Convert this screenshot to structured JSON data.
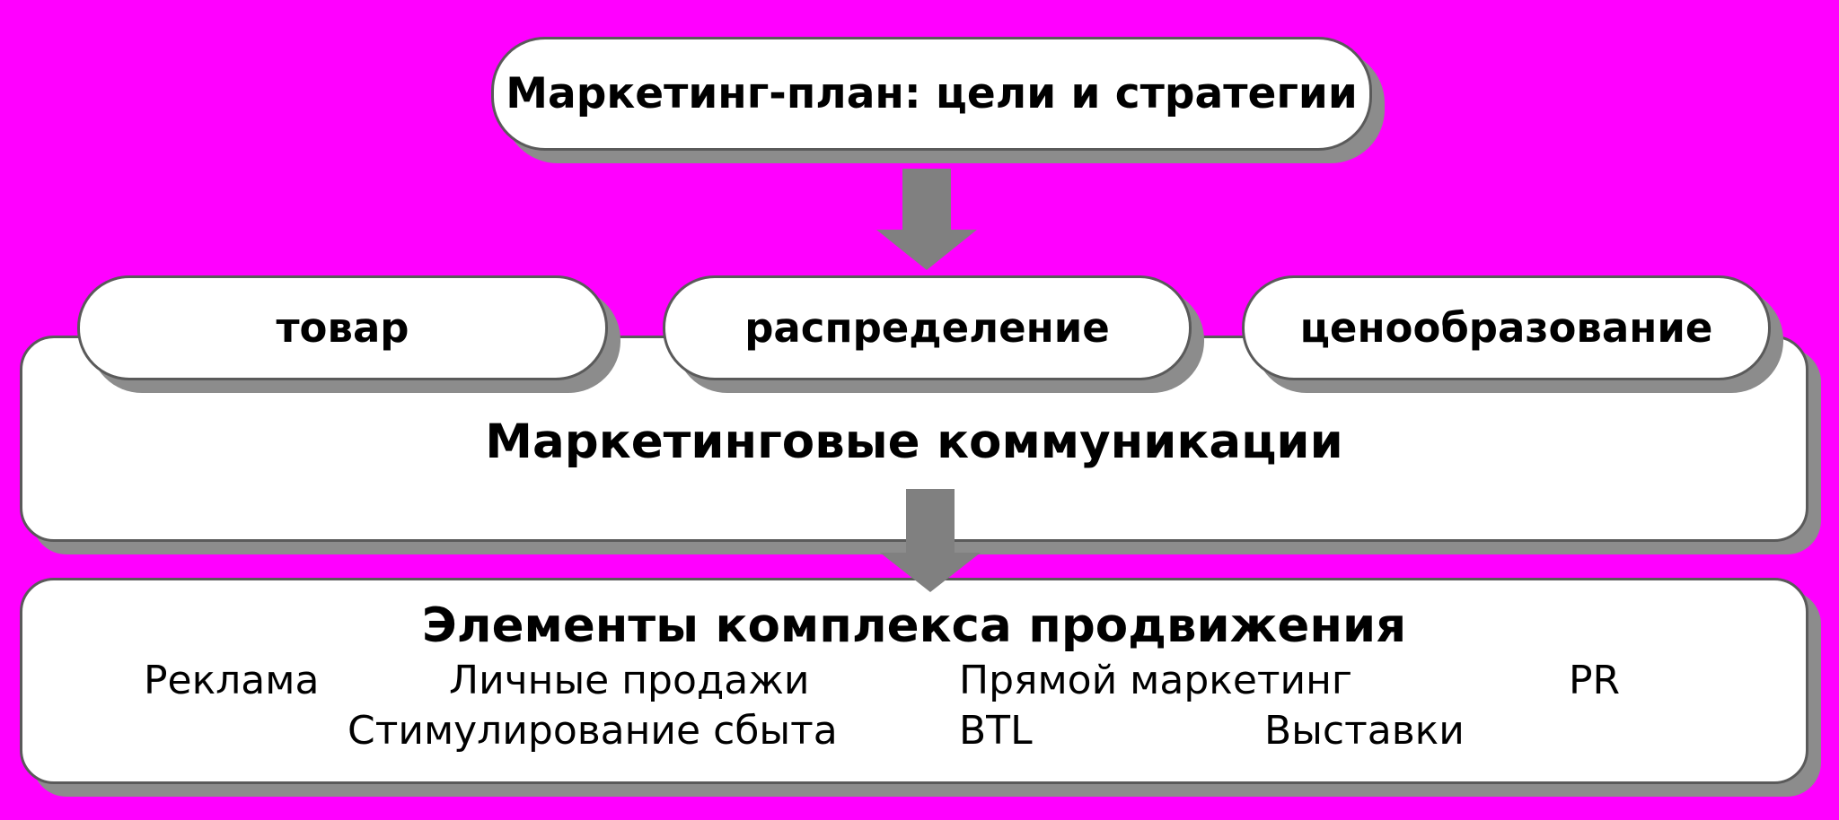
{
  "diagram": {
    "top": {
      "title": "Маркетинг-план: цели и стратегии"
    },
    "mix_elements": [
      {
        "label": "товар"
      },
      {
        "label": "распределение"
      },
      {
        "label": "ценообразование"
      }
    ],
    "communications": {
      "title": "Маркетинговые коммуникации"
    },
    "promotion": {
      "title": "Элементы комплекса продвижения",
      "items": [
        "Реклама",
        "Личные продажи",
        "Прямой маркетинг",
        "PR",
        "Стимулирование сбыта",
        "BTL",
        "Выставки"
      ]
    },
    "colors": {
      "background": "#ff00ff",
      "box_fill": "#ffffff",
      "box_border": "#5a5a5a",
      "shadow": "#8c8c8c",
      "arrow": "#808080"
    }
  }
}
